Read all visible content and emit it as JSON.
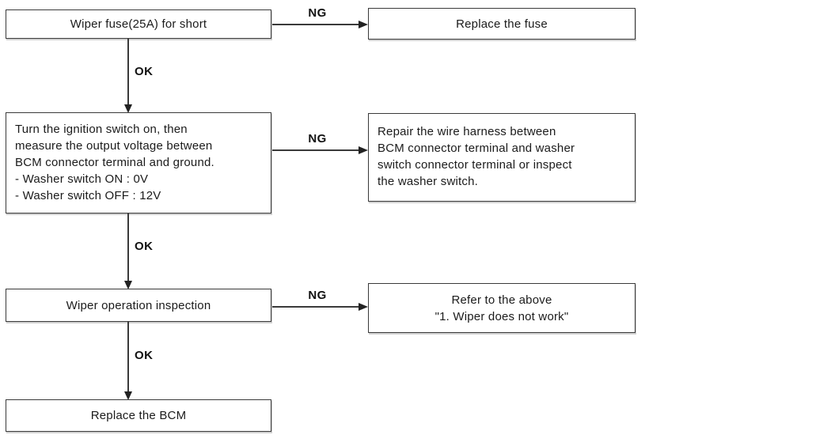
{
  "colors": {
    "background": "#ffffff",
    "box_border": "#3a3a3a",
    "line": "#3a3a3a",
    "text": "#1b1b1b"
  },
  "nodes": {
    "check_fuse": {
      "text": "Wiper fuse(25A) for short"
    },
    "replace_fuse": {
      "text": "Replace the fuse"
    },
    "measure_voltage": {
      "text": "Turn the ignition switch on, then\nmeasure the output voltage between\nBCM connector terminal and ground.\n- Washer switch ON : 0V\n- Washer switch OFF : 12V"
    },
    "repair_harness": {
      "text": "Repair the wire harness between\nBCM connector terminal and washer\nswitch connector terminal or inspect\nthe washer switch."
    },
    "wiper_inspection": {
      "text": "Wiper operation inspection"
    },
    "refer_above": {
      "text": "Refer to the above\n\"1. Wiper does not work\""
    },
    "replace_bcm": {
      "text": "Replace the BCM"
    }
  },
  "edges": {
    "ng1": {
      "label": "NG"
    },
    "ok1": {
      "label": "OK"
    },
    "ng2": {
      "label": "NG"
    },
    "ok2": {
      "label": "OK"
    },
    "ng3": {
      "label": "NG"
    },
    "ok3": {
      "label": "OK"
    }
  }
}
